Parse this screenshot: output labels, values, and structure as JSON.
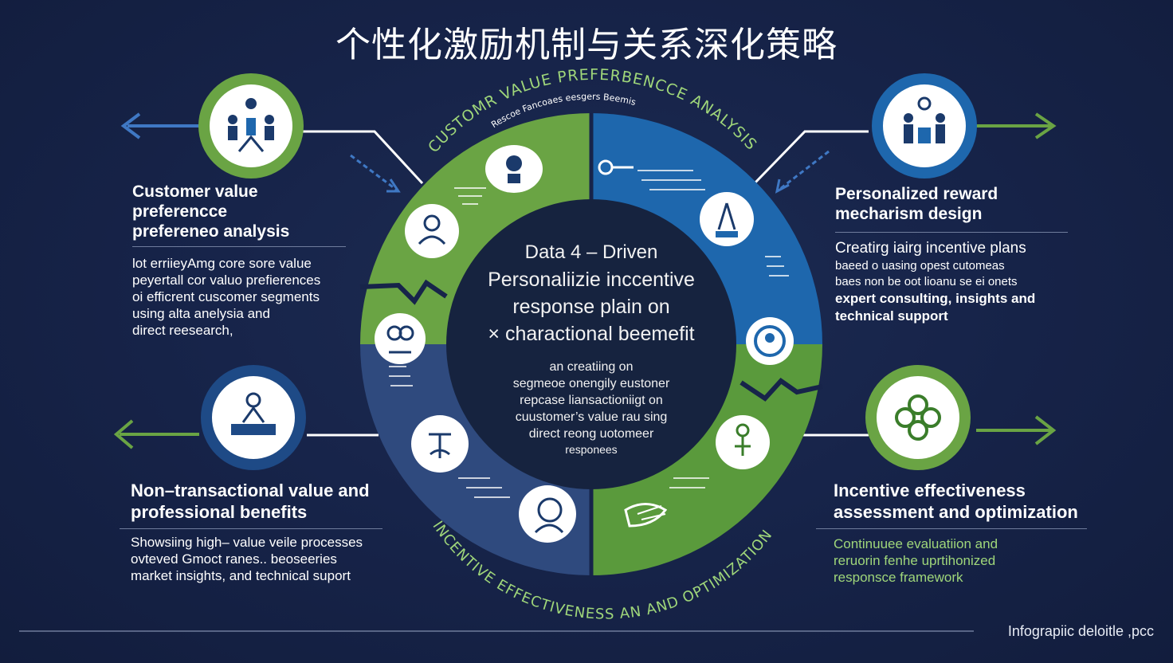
{
  "title": "个性化激励机制与关系深化策略",
  "ring_labels": {
    "top": "CUSTOMR VALUE PREFERBENCCE ANALYSIS",
    "top_sub": "Rescoe Fancoaes eesgers Beemis",
    "bottom": "INCENTIVE EFFECTIVENESS AN AND OPTIMIZATION"
  },
  "center": {
    "line1": "Data 4 – Driven",
    "line2": "Personaliizie inccentive",
    "line3": "response plain  on",
    "line4": "× charactional beemefit",
    "desc1": "an creatiing on",
    "desc2": "segmeoe onengily eustoner",
    "desc3": "repcase liansactioniigt on",
    "desc4": "cuustomer’s value rau sing",
    "desc5": "direct reong uotomeer",
    "desc6": "responees"
  },
  "panels": {
    "top_left": {
      "heading": [
        "Customer value",
        "preferencce",
        "prefereneo analysis"
      ],
      "body": [
        "lot erriieyAmg core sore  value",
        "peyertall cor valuo prefierences",
        "oi efficrent cuscomer segments",
        "using alta anelysia and",
        "direct reesearch,"
      ]
    },
    "top_right": {
      "heading": [
        "Personalized reward",
        "mechariѕm design"
      ],
      "body": [
        "Creatirg iairg incentive plans",
        "baeed o uasing opest cutomeas",
        "baes non be oot  lioanu se ei onets",
        "expert consulting, insights and",
        "technical support"
      ]
    },
    "bottom_left": {
      "heading": [
        "Non–transactional value and",
        "professional benefits"
      ],
      "body": [
        "Showsiing high– value  veile processes",
        "ovteved  Gmoct ranes.. beoseeries",
        "market insights, and technical suport"
      ]
    },
    "bottom_right": {
      "heading": [
        "Incentive effectiveness",
        "assessment and optimization"
      ],
      "body": [
        "Continuuee evaluatiion and",
        "reruorin fenhe uprtihonized",
        "responsce framework"
      ]
    }
  },
  "footer": "Infograpiic deloitle ,pcc",
  "icons": {
    "top_left_circle": "people-network-icon",
    "top_right_circle": "team-meeting-icon",
    "bottom_left_circle": "presenter-podium-icon",
    "bottom_right_circle": "flower-gear-icon",
    "ring": [
      "group-icon",
      "face-icon",
      "meditation-icon",
      "tools-icon",
      "person-head-icon",
      "handshake-icon",
      "figure-icon",
      "user-search-icon",
      "podium-icon",
      "key-icon"
    ]
  },
  "colors": {
    "background": "#17244a",
    "green": "#6aa444",
    "blue": "#1e67ad",
    "navy": "#2f4a7e",
    "dark_center": "#16233f"
  }
}
